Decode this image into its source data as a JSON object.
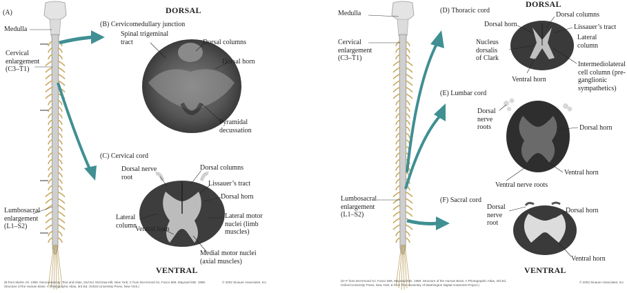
{
  "left": {
    "panel_a": "(A)",
    "medulla": "Medulla",
    "cervical_enl": [
      "Cervical",
      "enlargement",
      "(C3–T1)"
    ],
    "lumbosacral_enl": [
      "Lumbosacral",
      "enlargement",
      "(L1–S2)"
    ],
    "dorsal": "DORSAL",
    "ventral": "VENTRAL",
    "b_title": "(B) Cervicomedullary junction",
    "b_spinal_trig": [
      "Spinal trigeminal",
      "tract"
    ],
    "b_dorsal_columns": "Dorsal columns",
    "b_dorsal_horn": "Dorsal horn",
    "b_pyramidal": [
      "Pyramidal",
      "decussation"
    ],
    "c_title": "(C) Cervical cord",
    "c_dorsal_nerve_root": [
      "Dorsal nerve",
      "root"
    ],
    "c_dorsal_columns": "Dorsal columns",
    "c_lissauer": "Lissauer’s tract",
    "c_dorsal_horn": "Dorsal horn",
    "c_lateral_column": [
      "Lateral",
      "column"
    ],
    "c_lateral_motor": [
      "Lateral motor",
      "nuclei (limb",
      "muscles)"
    ],
    "c_ventral_horn": "Ventral horn",
    "c_medial_motor": [
      "Medial motor nuclei",
      "(axial muscles)"
    ],
    "footnote": [
      "(B from Martin JH. 1996. Neuroanatomy: Text and Atlas, 2nd Ed. McGraw-Hill, New York; C from DeArmond SJ, Fusco MM, Maynard MD. 1989.",
      "Structure of the Human Brain: A Photographic Atlas, 3rd Ed. Oxford University Press, New York.)"
    ],
    "copyright": "© 2002 Sinauer Associates, Inc."
  },
  "right": {
    "medulla": "Medulla",
    "cervical_enl": [
      "Cervical",
      "enlargement",
      "(C3–T1)"
    ],
    "lumbosacral_enl": [
      "Lumbosacral",
      "enlargement",
      "(L1–S2)"
    ],
    "dorsal": "DORSAL",
    "ventral": "VENTRAL",
    "d_title": "(D) Thoracic cord",
    "d_dorsal_horn": "Dorsal horn",
    "d_dorsal_columns": "Dorsal columns",
    "d_lissauer": "Lissauer’s tract",
    "d_lateral_column": [
      "Lateral",
      "column"
    ],
    "d_nucleus_dorsalis": [
      "Nucleus",
      "dorsalis",
      "of Clark"
    ],
    "d_intermedio": [
      "Intermediolateral",
      "cell column (pre-",
      "ganglionic",
      "sympathetics)"
    ],
    "d_ventral_horn": "Ventral horn",
    "e_title": "(E) Lumbar cord",
    "e_dorsal_nerve_roots": [
      "Dorsal",
      "nerve",
      "roots"
    ],
    "e_dorsal_horn": "Dorsal horn",
    "e_ventral_horn": "Ventral horn",
    "e_ventral_nerve_roots": "Ventral nerve roots",
    "f_title": "(F) Sacral cord",
    "f_dorsal_nerve_root": [
      "Dorsal",
      "nerve",
      "root"
    ],
    "f_dorsal_horn": "Dorsal horn",
    "f_ventral_horn": "Ventral horn",
    "footnote": [
      "(D–F from DeArmond SJ, Fusco MM, Maynard MD. 1989. Structure of the Human Brain: A Photographic Atlas, 3rd Ed.",
      "Oxford University Press, New York; E from The University of Washington Digital Anatomist Project.)"
    ],
    "copyright": "© 2002 Sinauer Associates, Inc."
  },
  "colors": {
    "arrow": "#3f8f93",
    "nerve": "#c8a85e",
    "cord": "#b8b8b8",
    "section_dark": "#3a3a3a",
    "section_gray": "#b5b5b5"
  }
}
